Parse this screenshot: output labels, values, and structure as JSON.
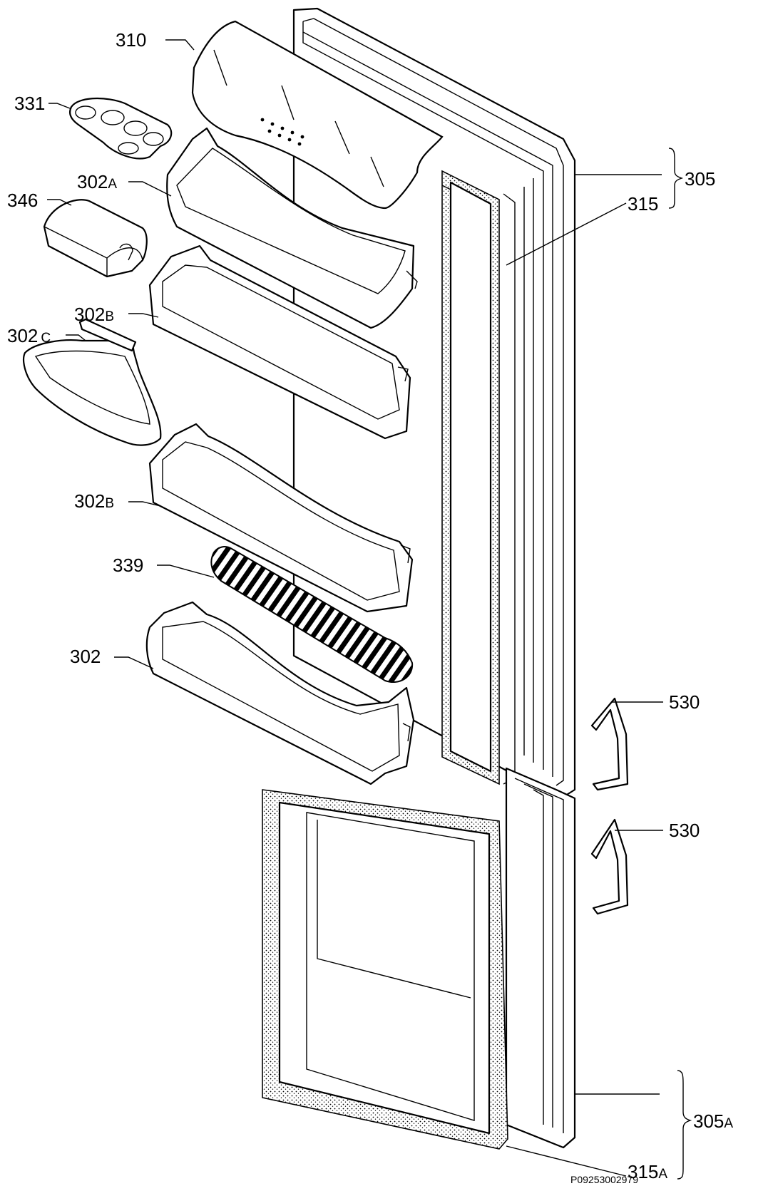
{
  "labels": {
    "p310": "310",
    "p331": "331",
    "p302a_num": "302",
    "p302a_sub": "A",
    "p346": "346",
    "p302b1_num": "302",
    "p302b1_sub": "B",
    "p302c_num": "302",
    "p302c_sub": "C",
    "p302b2_num": "302",
    "p302b2_sub": "B",
    "p339": "339",
    "p302": "302",
    "p305": "305",
    "p315": "315",
    "p530a": "530",
    "p530b": "530",
    "p305a_num": "305",
    "p305a_sub": "A",
    "p315a_num": "315",
    "p315a_sub": "A"
  },
  "drawing_code": "P09253002979"
}
